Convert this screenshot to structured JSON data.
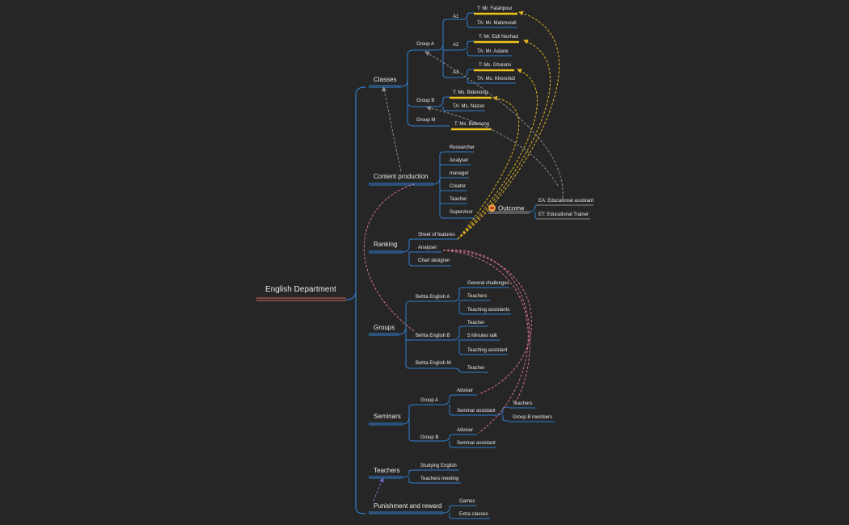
{
  "root": {
    "label": "English Department"
  },
  "branches": {
    "classes": "Classes",
    "content_production": "Content production",
    "ranking": "Ranking",
    "groups": "Groups",
    "seminars": "Seminars",
    "teachers": "Teachers",
    "punishment_reward": "Punishment and reward"
  },
  "classes": {
    "group_a": "Group A",
    "group_b": "Group B",
    "group_m": "Group M",
    "a1": "A1",
    "a2": "A2",
    "a3": "A3",
    "a1_t": "T: Mr. Fatahpour",
    "a1_ta": "TA: Mr. Mahmoodi",
    "a2_t": "T: Mr. Eidi Nezhad",
    "a2_ta": "TA: Mr. Aslane",
    "a3_t": "T: Ms. Gholami",
    "a3_ta": "TA: Ms. Khorshidi",
    "b_t": "T: Ms. Bidenong",
    "b_ta": "TA: Ms. Nazari",
    "m_t": "T: Ms. Bidenong"
  },
  "content_production": [
    "Researcher",
    "Analyser",
    "manager",
    "Creator",
    "Teacher",
    "Supervisor"
  ],
  "outcome": {
    "label": "Outcome",
    "items": [
      "EA: Educational assistant",
      "ET: Educational Trainer"
    ]
  },
  "ranking": [
    "Sheet of features",
    "Analyser",
    "Chart designer"
  ],
  "groups": {
    "ba": "Behta English A",
    "bb": "Behta English B",
    "bm": "Behta English M",
    "ba_items": [
      "General challenges",
      "Teachers",
      "Teaching assistants"
    ],
    "bb_items": [
      "Teacher",
      "5 Minutes talk",
      "Teaching assistant"
    ],
    "bm_items": [
      "Teacher"
    ]
  },
  "seminars": {
    "group_a": "Group A",
    "group_b": "Group B",
    "a_adviser": "Adviser",
    "a_assistant": "Seminar assistant",
    "assistant_items": [
      "Teachers",
      "Group B members"
    ],
    "b_adviser": "Adviser",
    "b_assistant": "Seminar assistant"
  },
  "teachers": [
    "Studying English",
    "Teachers meeting"
  ],
  "punishment_reward": [
    "Games",
    "Extra classes"
  ],
  "colors": {
    "background": "#262626",
    "line": "#2f7fd0",
    "root_underline": "#d2696b",
    "highlight": "#f0c419",
    "gold_relation": "#e3b321",
    "gray_relation": "#8d8d8d",
    "pink_relation": "#d9738f",
    "purple_relation": "#6c6cc0"
  }
}
